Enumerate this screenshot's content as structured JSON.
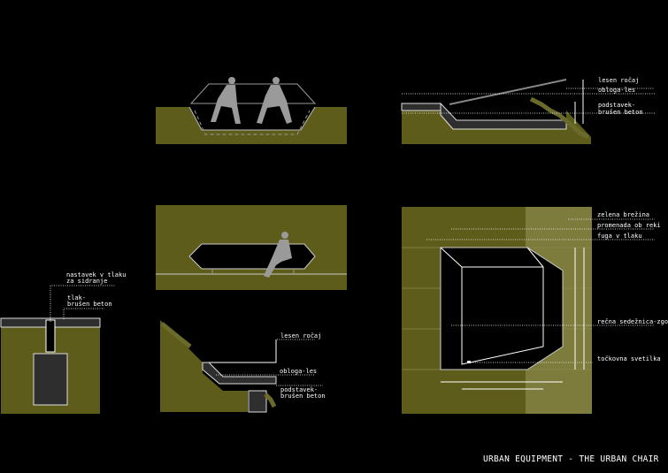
{
  "title": "URBAN EQUIPMENT - THE URBAN CHAIR",
  "section_right_top": {
    "labels": [
      "lesen ročaj",
      "obloga-les",
      "podstavek-",
      "brušen beton"
    ]
  },
  "plan": {
    "labels": [
      "zelena brežina",
      "promenada ob reki",
      "fuga v tlaku",
      "rečna sedežnica-zgornja",
      "točkovna svetilka"
    ]
  },
  "detail_left": {
    "labels": [
      "nastavek v tlaku",
      "za sidranje",
      "tlak-",
      "brušen beton"
    ]
  },
  "section_bottom": {
    "labels": [
      "lesen ročaj",
      "obloga-les",
      "podstavek-",
      "brušen beton"
    ]
  },
  "colors": {
    "ground": "#5d5c1a",
    "ground_light": "#7d7c3c",
    "background": "#000000"
  }
}
